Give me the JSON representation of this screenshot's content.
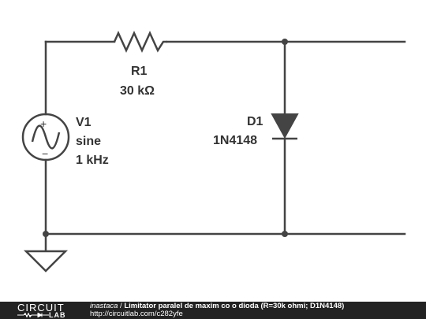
{
  "circuit": {
    "r1": {
      "name": "R1",
      "value": "30 kΩ"
    },
    "v1": {
      "name": "V1",
      "type": "sine",
      "freq": "1 kHz"
    },
    "d1": {
      "name": "D1",
      "model": "1N4148"
    }
  },
  "footer": {
    "logo_top": "CIRCUIT",
    "logo_bottom": "LAB",
    "author": "inastaca",
    "separator": " / ",
    "title": "Limitator paralel de maxim co o dioda (R=30k ohmi; D1N4148)",
    "url": "http://circuitlab.com/c282yfe"
  },
  "colors": {
    "wire": "#444444",
    "footer_bg": "#222222"
  }
}
